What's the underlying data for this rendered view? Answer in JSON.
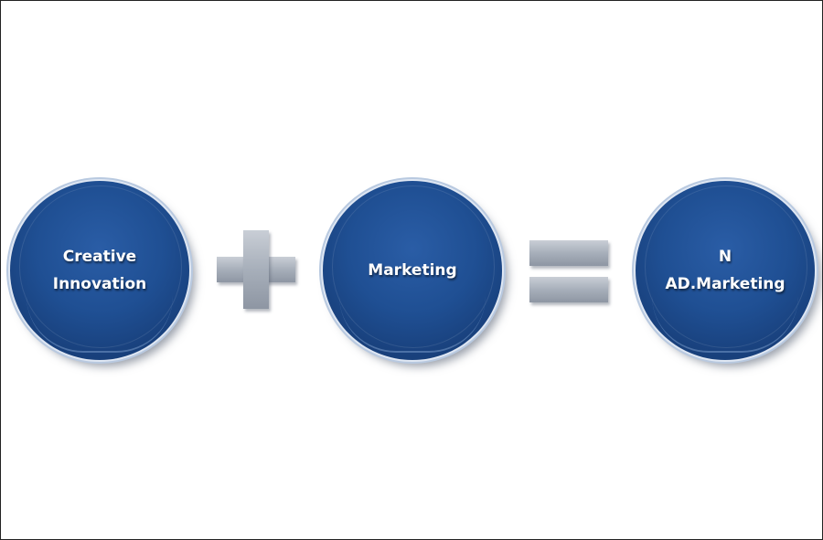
{
  "diagram": {
    "nodes": [
      {
        "lines": [
          "Creative",
          "Innovation"
        ]
      },
      {
        "lines": [
          "Marketing"
        ]
      },
      {
        "lines": [
          "N",
          "AD.Marketing"
        ]
      }
    ],
    "operators": [
      "plus",
      "equals"
    ],
    "colors": {
      "circle_fill": "#1f4f93",
      "circle_rim": "#dfe7f3",
      "operator_fill": "#a7afba",
      "text": "#ffffff",
      "background": "#ffffff"
    }
  }
}
